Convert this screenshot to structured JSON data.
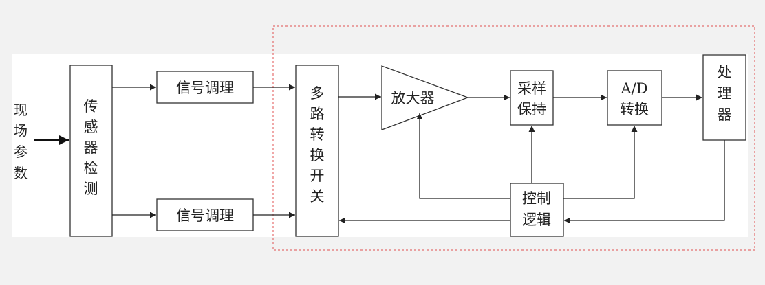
{
  "colors": {
    "background": "#f2f2f2",
    "panel": "#ffffff",
    "stroke": "#333333",
    "dashed_border": "#e05050"
  },
  "input_label": [
    "现",
    "场",
    "参",
    "数"
  ],
  "blocks": {
    "sensor": [
      "传",
      "感",
      "器",
      "检",
      "测"
    ],
    "cond_top": "信号调理",
    "cond_bottom": "信号调理",
    "mux": [
      "多",
      "路",
      "转",
      "换",
      "开",
      "关"
    ],
    "amplifier": "放大器",
    "sample_hold": [
      "采样",
      "保持"
    ],
    "ad": [
      "A/D",
      "转换"
    ],
    "processor": [
      "处",
      "理",
      "器"
    ],
    "control": [
      "控制",
      "逻辑"
    ]
  }
}
